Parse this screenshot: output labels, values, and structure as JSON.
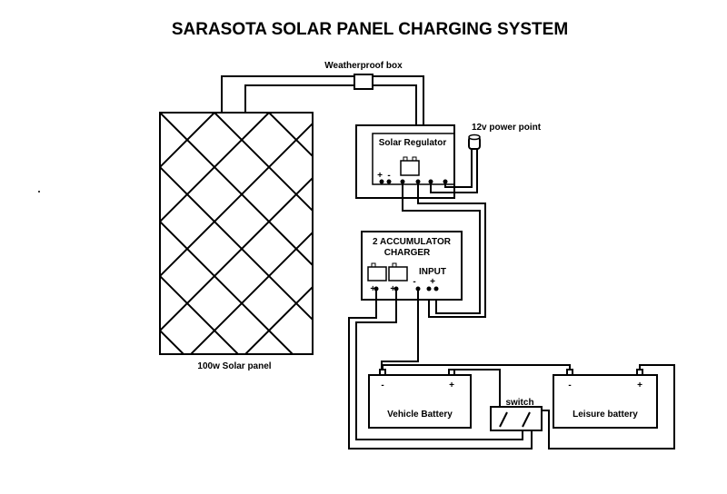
{
  "title": "SARASOTA  SOLAR PANEL CHARGING SYSTEM",
  "labels": {
    "weatherproof_box": "Weatherproof box",
    "power_point": "12v power point",
    "solar_regulator": "Solar Regulator",
    "charger_line1": "2 ACCUMULATOR",
    "charger_line2": "CHARGER",
    "input": "INPUT",
    "solar_panel": "100w Solar panel",
    "vehicle_battery": "Vehicle Battery",
    "leisure_battery": "Leisure battery",
    "switch": "switch"
  },
  "signs": {
    "plus": "+",
    "minus": "-",
    "pair": "+-"
  }
}
